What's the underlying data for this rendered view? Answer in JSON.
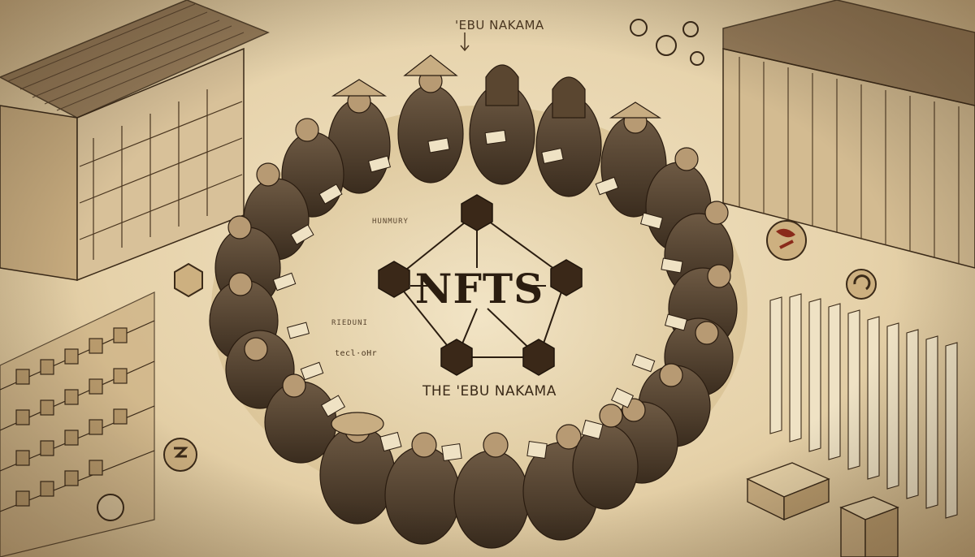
{
  "scene": {
    "top_caption": "'EBU NAKAMA",
    "center_title": "NFTS",
    "bottom_caption": "THE 'EBU NAKAMA",
    "scribble_1": "HUNMURY",
    "scribble_2": "RIEDUNI",
    "scribble_3": "tecl·oHr"
  }
}
